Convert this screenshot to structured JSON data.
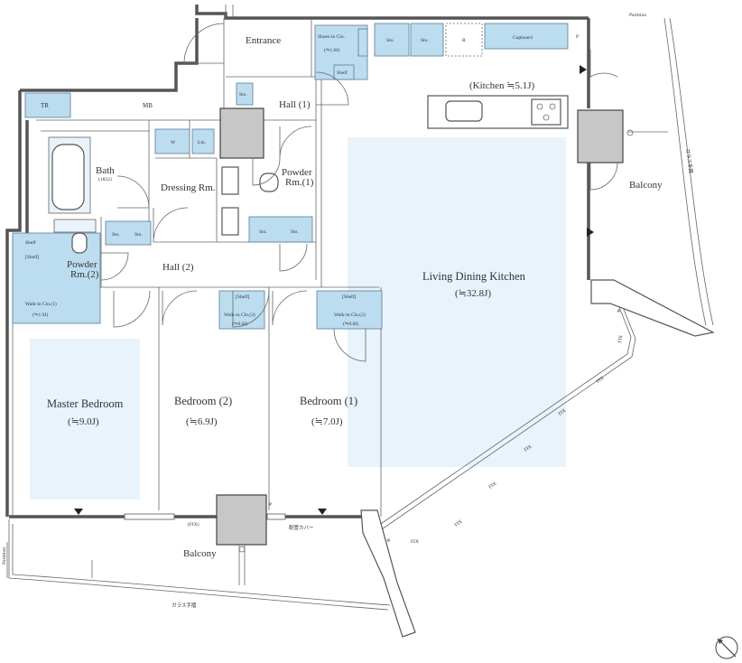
{
  "labels": {
    "entrance": "Entrance",
    "shoes_in_clo": "Shoes-in Clo.",
    "shoes_in_clo_area": "(≒1.6J)",
    "shelf": "Shelf",
    "sto": "Sto.",
    "r": "R",
    "cupboard": "Cupboard",
    "p": "P",
    "partition": "Partition",
    "tr": "TR",
    "mb": "MB",
    "hall1": "Hall (1)",
    "kitchen": "(Kitchen ≒5.1J)",
    "bath": "Bath",
    "bath_size": "(1822)",
    "w": "W",
    "lin": "Lin.",
    "dressing": "Dressing Rm.",
    "powder1_a": "Powder",
    "powder1_b": "Rm.(1)",
    "balcony_right": "Balcony",
    "glass_rail": "ガラス手摺",
    "ldk": "Living Dining Kitchen",
    "ldk_area": "(≒32.8J)",
    "powder2_a": "Powder",
    "powder2_b": "Rm.(2)",
    "hall2": "Hall (2)",
    "shelf_bracket": "[Shelf]",
    "wic1_master": "Walk-in Clo.(1)",
    "wic1_master_area": "(≒1.9J)",
    "wic_bed2": "Walk-in Clo.(3)",
    "wic_bed2_area": "(≒0.6J)",
    "wic_bed1": "Walk-in Clo.(2)",
    "wic_bed1_area": "(≒0.8J)",
    "master": "Master Bedroom",
    "master_area": "(≒9.0J)",
    "bed2": "Bedroom (2)",
    "bed2_area": "(≒6.9J)",
    "bed1": "Bedroom (1)",
    "bed1_area": "(≒7.0J)",
    "fix": "FIX",
    "fix_paren": "(FIX)",
    "pipe_cover": "配管カバー",
    "balcony_bottom": "Balcony",
    "star": "※"
  },
  "colors": {
    "room_fill": "#e8f3fb",
    "storage_fill": "#bcdcf0",
    "wall_stroke": "#555555",
    "column_fill": "#c7c7c7"
  },
  "icons": [
    "compass-north-icon"
  ]
}
